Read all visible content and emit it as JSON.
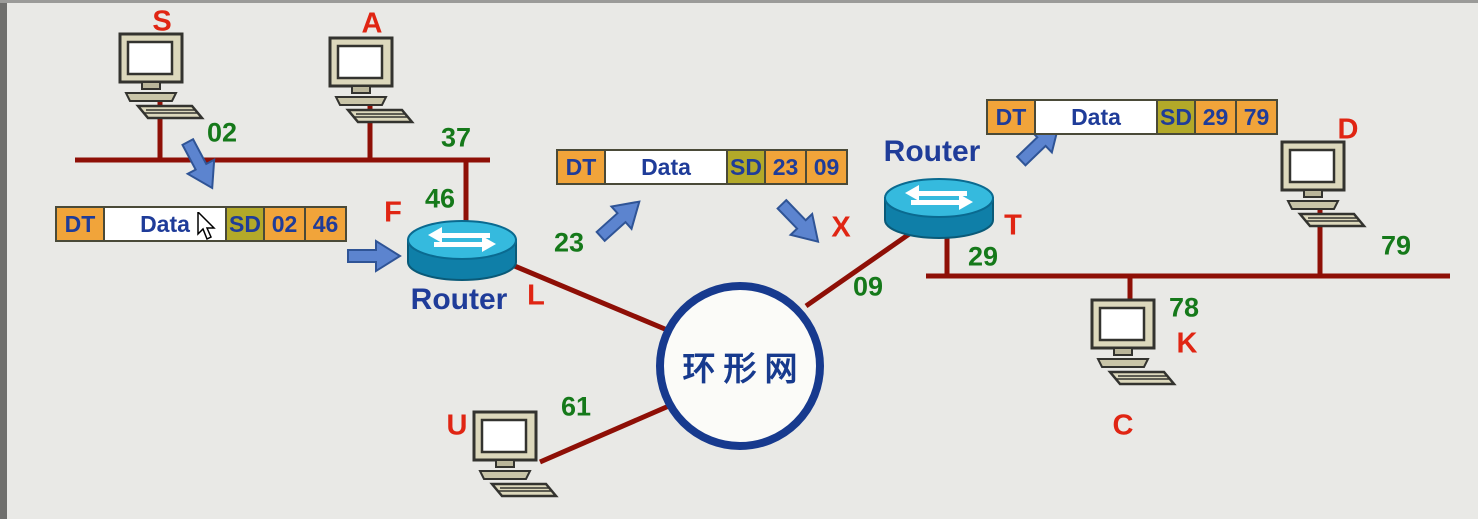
{
  "labels": {
    "ring": "环形网",
    "router_left": "Router",
    "router_right": "Router",
    "host_s": "S",
    "host_a": "A",
    "host_d": "D",
    "host_k": "K",
    "host_c": "C",
    "host_u": "U",
    "port_f": "F",
    "port_l": "L",
    "port_x": "X",
    "port_t": "T"
  },
  "addresses": {
    "s": "02",
    "a": "37",
    "router_left_lan": "46",
    "router_left_ring": "23",
    "router_right_ring": "09",
    "router_right_lan": "29",
    "d": "79",
    "k": "78",
    "u": "61"
  },
  "frames": [
    {
      "fields": [
        "DT",
        "Data",
        "SD",
        "02",
        "46"
      ]
    },
    {
      "fields": [
        "DT",
        "Data",
        "SD",
        "23",
        "09"
      ]
    },
    {
      "fields": [
        "DT",
        "Data",
        "SD",
        "29",
        "79"
      ]
    }
  ],
  "colors": {
    "background": "#e9e9e6",
    "host_label": "#e02513",
    "address_text": "#15791a",
    "router_label": "#1f3c99",
    "ring_outline": "#173a8e",
    "link_line": "#8e0f06",
    "frame_header_bg": "#f1a43a",
    "frame_sd_bg": "#b3a929",
    "frame_text": "#1f3c99",
    "arrow_fill": "#5c84cf"
  }
}
